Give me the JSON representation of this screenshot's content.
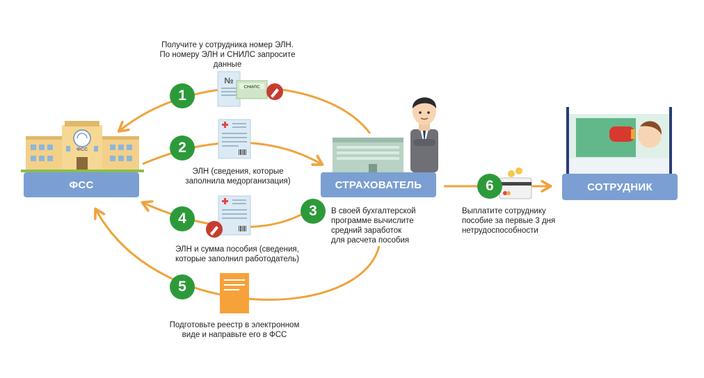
{
  "nodes": {
    "fss": "ФСС",
    "insurer": "СТРАХОВАТЕЛЬ",
    "employee": "СОТРУДНИК",
    "building_sign": "ФСС",
    "snils_card": "СНИЛС",
    "number_sign": "№"
  },
  "steps": [
    {
      "number": "1",
      "caption": "Получите у сотрудника номер ЭЛН.\nПо номеру ЭЛН и СНИЛС запросите\nданные"
    },
    {
      "number": "2",
      "caption": "ЭЛН (сведения, которые\nзаполнила медорганизация)"
    },
    {
      "number": "3",
      "caption": "В своей бухгалтерской\nпрограмме вычислите\nсредний заработок\nдля расчета пособия"
    },
    {
      "number": "4",
      "caption": "ЭЛН и сумма пособия (сведения,\nкоторые заполнил работодатель)"
    },
    {
      "number": "5",
      "caption": "Подготовьте реестр в электронном\nвиде и направьте его в ФСС"
    },
    {
      "number": "6",
      "caption": "Выплатите сотруднику\nпособие за первые 3 дня\nнетрудоспособности"
    }
  ],
  "colors": {
    "node_blue": "#7b9fd2",
    "arrow_orange": "#f0a23c",
    "step_green": "#2d9a3a",
    "doc_blue": "#dbeaf4",
    "pen_red": "#c63d30",
    "registry_orange": "#f6a23b",
    "building_yellow": "#f3d08a",
    "bed_frame": "#2a3c77",
    "blanket_green": "#62b88a"
  }
}
